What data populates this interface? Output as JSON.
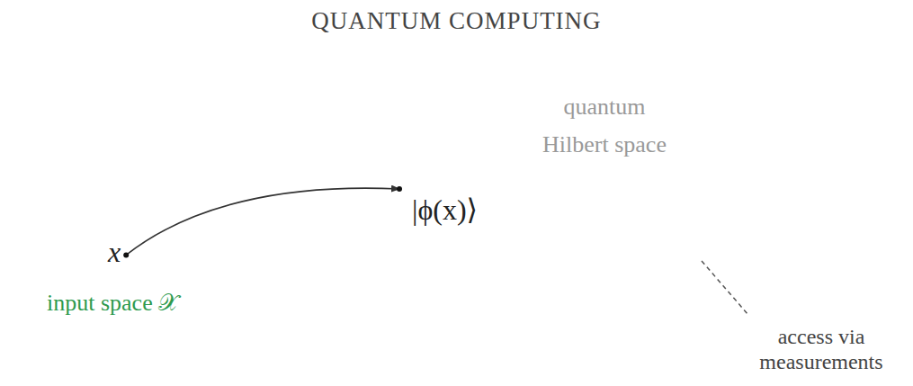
{
  "diagram": {
    "title": "QUANTUM COMPUTING",
    "nodes": [
      {
        "text": [
          "x",
          "input space 𝒳"
        ]
      },
      {
        "text": [
          "quantum Hilbert space",
          "|ϕ(x)⟩"
        ]
      }
    ],
    "edges": [
      {
        "from": 0,
        "to": 1,
        "arrow": "to"
      }
    ],
    "labels": [
      "access via measurements"
    ]
  }
}
